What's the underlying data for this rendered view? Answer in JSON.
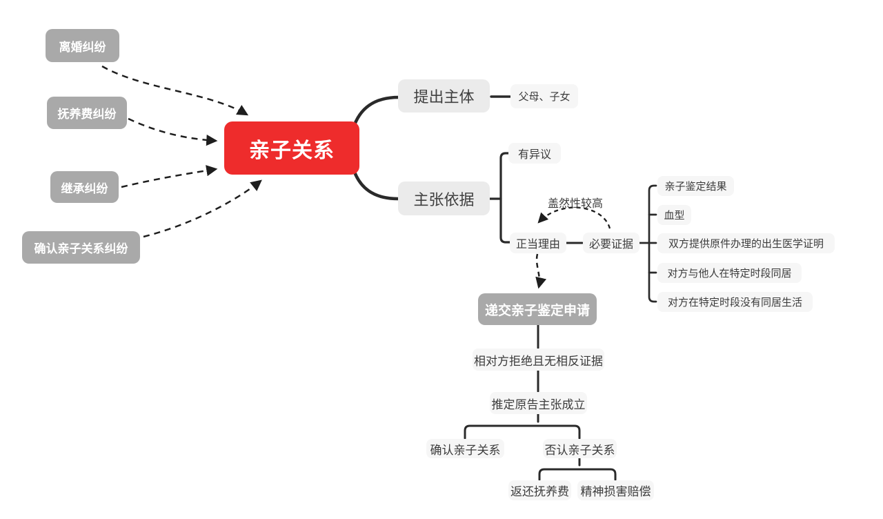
{
  "mindmap": {
    "root": "亲子关系",
    "dispute_sources": [
      "离婚纠纷",
      "抚养费纠纷",
      "继承纠纷",
      "确认亲子关系纠纷"
    ],
    "subject": {
      "label": "提出主体",
      "value": "父母、子女"
    },
    "basis": {
      "label": "主张依据",
      "objection": "有异议",
      "reason": "正当理由",
      "evidence": {
        "label": "必要证据",
        "annotation": "盖然性较高",
        "items": [
          "亲子鉴定结果",
          "血型",
          "双方提供原件办理的出生医学证明",
          "对方与他人在特定时段同居",
          "对方在特定时段没有同居生活"
        ]
      }
    },
    "procedure": {
      "submit": "递交亲子鉴定申请",
      "refusal": "相对方拒绝且无相反证据",
      "presumption": "推定原告主张成立",
      "outcomes": {
        "confirm": "确认亲子关系",
        "deny": "否认亲子关系",
        "deny_consequences": [
          "返还抚养费",
          "精神损害赔偿"
        ]
      }
    },
    "colors": {
      "root_bg": "#ee2c2c",
      "dark_node_bg": "#a9a9a9",
      "branch_node_bg": "#ebebeb",
      "label_node_bg": "#f6f6f6",
      "node_text_light": "#ffffff",
      "node_text_dark": "#3c3c3c",
      "line": "#2a2a2a",
      "background": "#ffffff"
    }
  }
}
